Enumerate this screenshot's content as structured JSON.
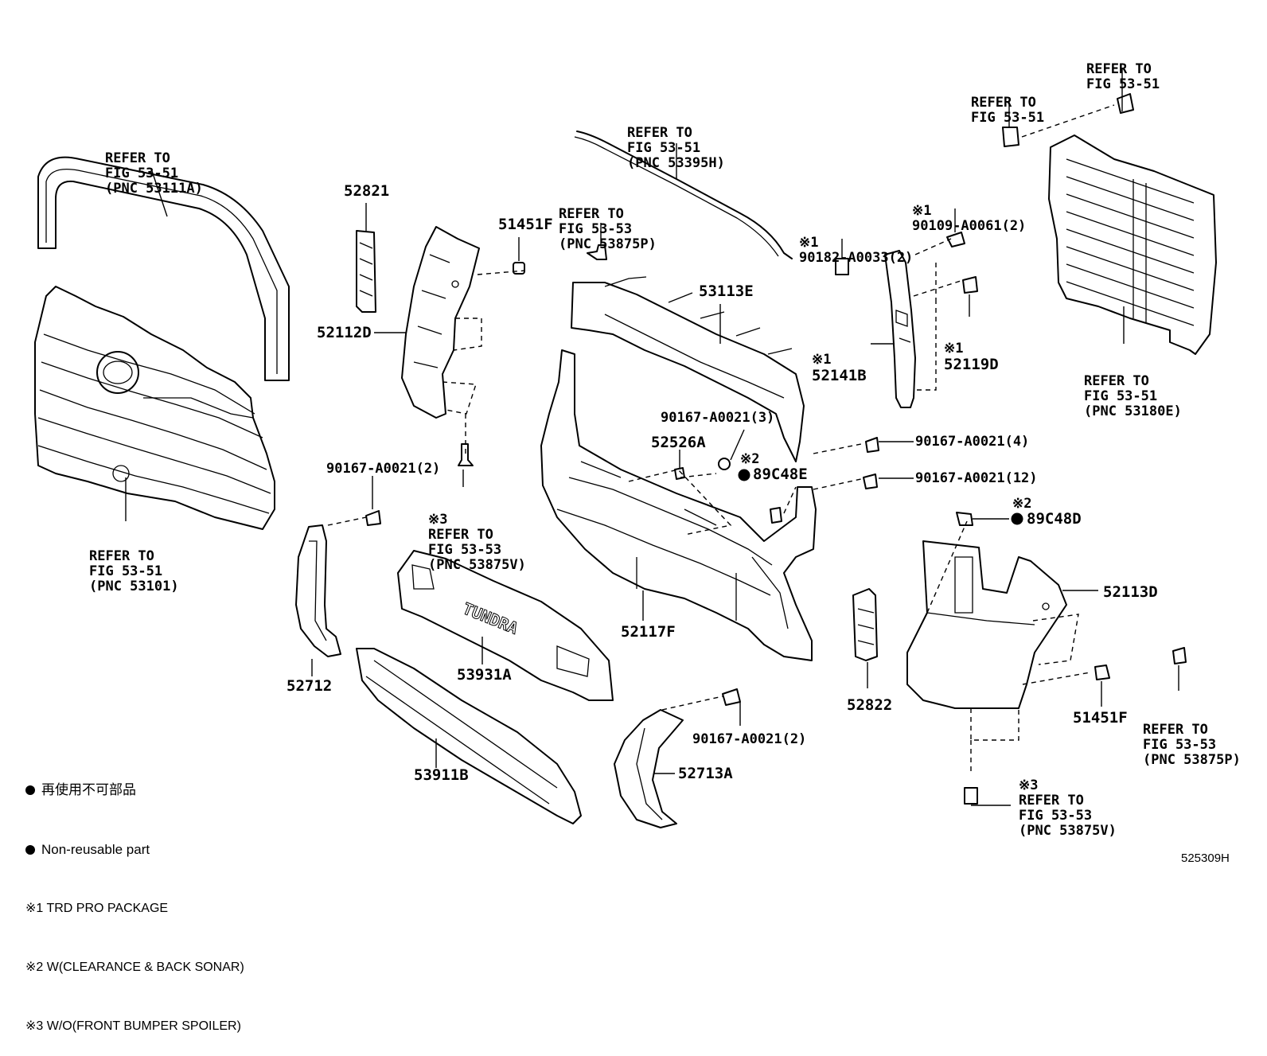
{
  "figure_code": "525309H",
  "callouts": {
    "grille_upper_ref": [
      "REFER TO",
      "FIG 53-51",
      "(PNC 53111A)"
    ],
    "grille_ref": [
      "REFER TO",
      "FIG 53-51",
      "(PNC 53101)"
    ],
    "upper_moulding_ref": [
      "REFER TO",
      "FIG 53-51",
      "(PNC 53395H)"
    ],
    "clip_top_ref": [
      "REFER TO",
      "FIG 53-53",
      "(PNC 53875P)"
    ],
    "screw_left_ref": [
      "※3",
      "REFER TO",
      "FIG 53-53",
      "(PNC 53875V)"
    ],
    "bolt_top_right_ref": [
      "REFER TO",
      "FIG 53-51"
    ],
    "nut_top_right_ref": [
      "REFER TO",
      "FIG 53-51"
    ],
    "shutter_ref": [
      "REFER TO",
      "FIG 53-51",
      "(PNC 53180E)"
    ],
    "clip_right_ref": [
      "REFER TO",
      "FIG 53-53",
      "(PNC 53875P)"
    ],
    "screw_bottom_ref": [
      "※3",
      "REFER TO",
      "FIG 53-53",
      "(PNC 53875V)"
    ]
  },
  "parts": {
    "p52821": "52821",
    "p52112D": "52112D",
    "p51451F_top": "51451F",
    "p53113E": "53113E",
    "p90182_note": "※1",
    "p90182": "90182-A0033(2)",
    "p90109_note": "※1",
    "p90109": "90109-A0061(2)",
    "p52119D_note": "※1",
    "p52119D": "52119D",
    "p52141B_note": "※1",
    "p52141B": "52141B",
    "p90167_3": "90167-A0021(3)",
    "p52526A": "52526A",
    "p89C48E_note": "※2",
    "p89C48E": "89C48E",
    "p90167_4": "90167-A0021(4)",
    "p90167_12": "90167-A0021(12)",
    "p90167_2_left": "90167-A0021(2)",
    "p89C48D_note": "※2",
    "p89C48D": "89C48D",
    "p52113D": "52113D",
    "p52117F": "52117F",
    "p52712": "52712",
    "p53931A": "53931A",
    "p52822": "52822",
    "p51451F_right": "51451F",
    "p90167_2_bottom": "90167-A0021(2)",
    "p52713A": "52713A",
    "p53911B": "53911B",
    "badge_text": "TUNDRA"
  },
  "legend": {
    "line1": "再使用不可部品",
    "line2": "Non-reusable part",
    "note1": "※1 TRD PRO PACKAGE",
    "note2": "※2 W(CLEARANCE & BACK SONAR)",
    "note3": "※3 W/O(FRONT BUMPER SPOILER)"
  }
}
